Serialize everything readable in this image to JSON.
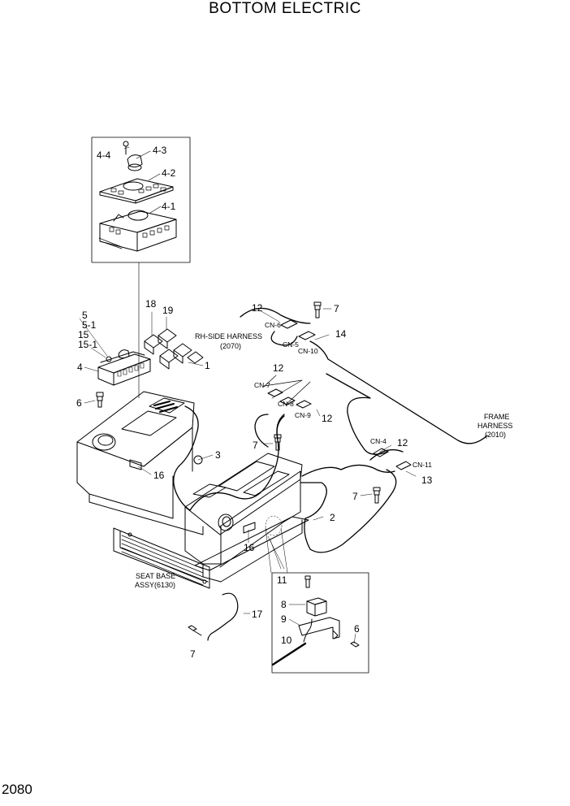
{
  "title": "BOTTOM ELECTRIC",
  "page_number": "2080",
  "notes": {
    "rh_side_harness": "RH-SIDE HARNESS",
    "rh_side_harness_ref": "(2070)",
    "frame_harness": "FRAME",
    "frame_harness_2": "HARNESS",
    "frame_harness_ref": "(2010)",
    "seat_base": "SEAT BASE",
    "seat_base_ref": "ASSY(6130)"
  },
  "callouts": [
    "4-4",
    "4-3",
    "4-2",
    "4-1",
    "5",
    "5-1",
    "15",
    "15-1",
    "4",
    "6",
    "18",
    "19",
    "1",
    "12",
    "7",
    "14",
    "12",
    "12",
    "7",
    "12",
    "7",
    "13",
    "3",
    "16",
    "16",
    "2",
    "17",
    "7",
    "11",
    "8",
    "9",
    "6",
    "10"
  ],
  "connectors": [
    "CN-6",
    "CN-5",
    "CN-10",
    "CN-7",
    "CN-8",
    "CN-9",
    "CN-4",
    "CN-11"
  ]
}
